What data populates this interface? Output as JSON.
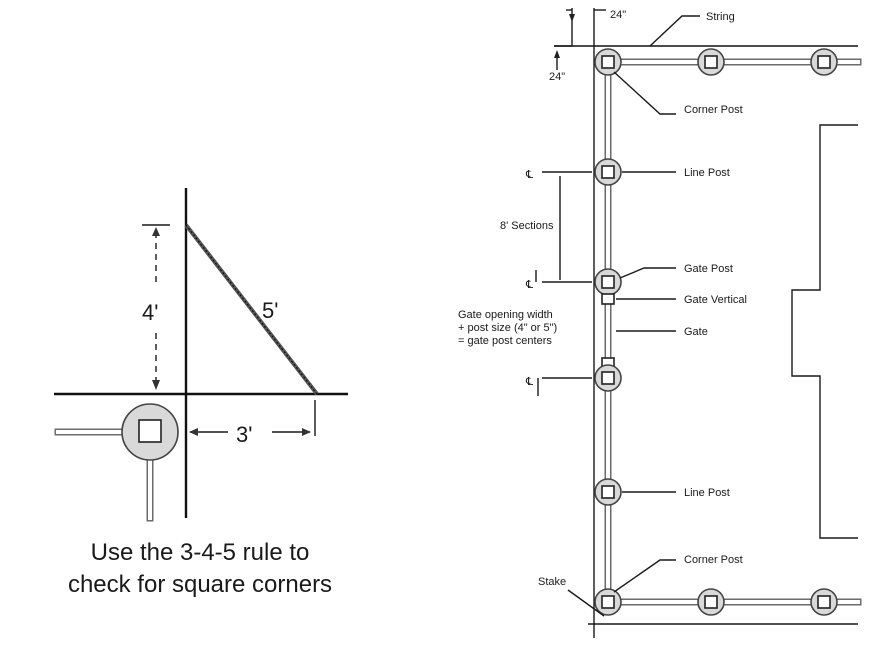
{
  "left_diagram": {
    "label_4ft": "4'",
    "label_5ft": "5'",
    "label_3ft": "3'",
    "caption_line1": "Use the 3-4-5 rule to",
    "caption_line2": "check for square corners"
  },
  "right_diagram": {
    "dim_top": "24\"",
    "dim_left": "24\"",
    "string": "String",
    "corner_post_top": "Corner Post",
    "centerline_symbol": "℄",
    "line_post_top": "Line Post",
    "sections": "8' Sections",
    "gate_post": "Gate Post",
    "gate_vertical": "Gate Vertical",
    "gate": "Gate",
    "gate_note": [
      "Gate opening width",
      "+ post size (4\" or 5\")",
      "= gate post centers"
    ],
    "line_post_bottom": "Line Post",
    "corner_post_bottom": "Corner Post",
    "stake": "Stake"
  }
}
